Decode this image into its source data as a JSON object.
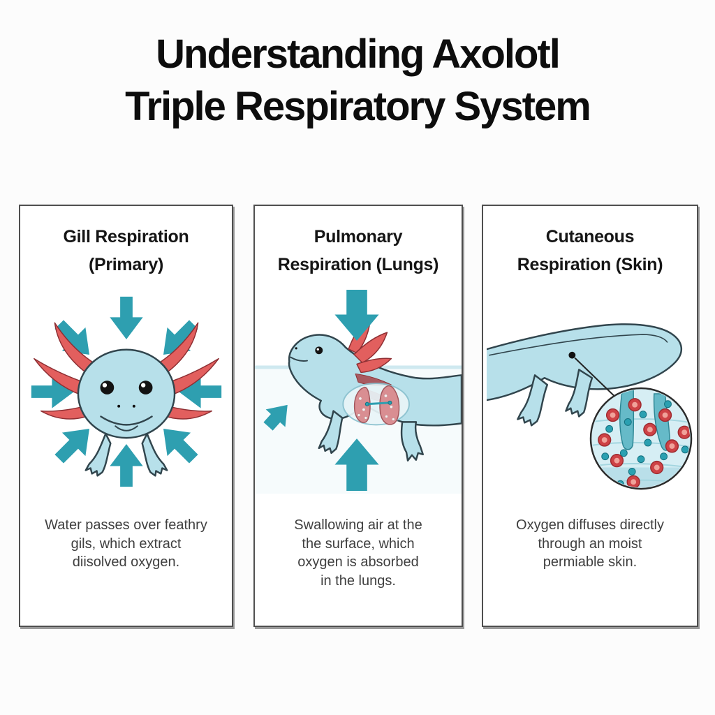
{
  "title": {
    "lines": [
      "Understanding Axolotl",
      "Triple Respiratory System"
    ]
  },
  "panels": [
    {
      "id": "gill",
      "heading_lines": [
        "Gill Respiration",
        "(Primary)"
      ],
      "caption_lines": [
        "Water passes over feathry",
        "gils, which extract",
        "diisolved oxygen."
      ],
      "illustration": "axolotl-face-with-inward-oxygen-arrows"
    },
    {
      "id": "pulmonary",
      "heading_lines": [
        "Pulmonary",
        "Respiration (Lungs)"
      ],
      "caption_lines": [
        "Swallowing air at the",
        "the surface, which",
        "oxygen is absorbed",
        "in the lungs."
      ],
      "illustration": "axolotl-at-water-surface-with-lungs"
    },
    {
      "id": "cutaneous",
      "heading_lines": [
        "Cutaneous",
        "Respiration (Skin)"
      ],
      "caption_lines": [
        "Oxygen diffuses directly",
        "through an moist",
        "permiable skin."
      ],
      "illustration": "axolotl-body-with-skin-magnifier"
    }
  ],
  "icons": {
    "oxygen_inflow_arrow": "solid teal arrow pointing inward",
    "air_down_arrow": "large solid teal arrow pointing down",
    "air_up_arrow": "large solid teal arrow pointing up",
    "surface_approach_arrow": "small teal arrow pointing up-right",
    "skin_magnifier_circle": "circular zoom inset showing skin cells",
    "skin_sample_dot": "black callout dot with pointer line"
  },
  "colors": {
    "background": "#fcfcfc",
    "title_text": "#0d0d0d",
    "heading_text": "#151515",
    "caption_text": "#3f3f3f",
    "panel_border": "#4f4f4f",
    "panel_shadow": "#9a9a9a",
    "arrow_teal": "#2e9fb0",
    "axolotl_body": "#b7e0ea",
    "outline": "#31454d",
    "gill_red": "#e25f5e",
    "gill_dark": "#8e2f33",
    "gill_maroon": "#a85a60",
    "lung_pink": "#d98e92",
    "lung_dark": "#a2565c",
    "lung_window": "#e9f5f8",
    "water_line": "#cfe9f0",
    "magnifier_bg": "#d6eef4",
    "capillary": "#66bac8",
    "capillary_dark": "#2d8795",
    "red_cell": "#ce4246",
    "red_cell_dark": "#9e2b30",
    "red_cell_core": "#f0a29a",
    "teal_dot": "#2aa0b1",
    "teal_dot_dark": "#14707f",
    "cell_line": "#a4d6e0",
    "pointer": "#222222"
  }
}
